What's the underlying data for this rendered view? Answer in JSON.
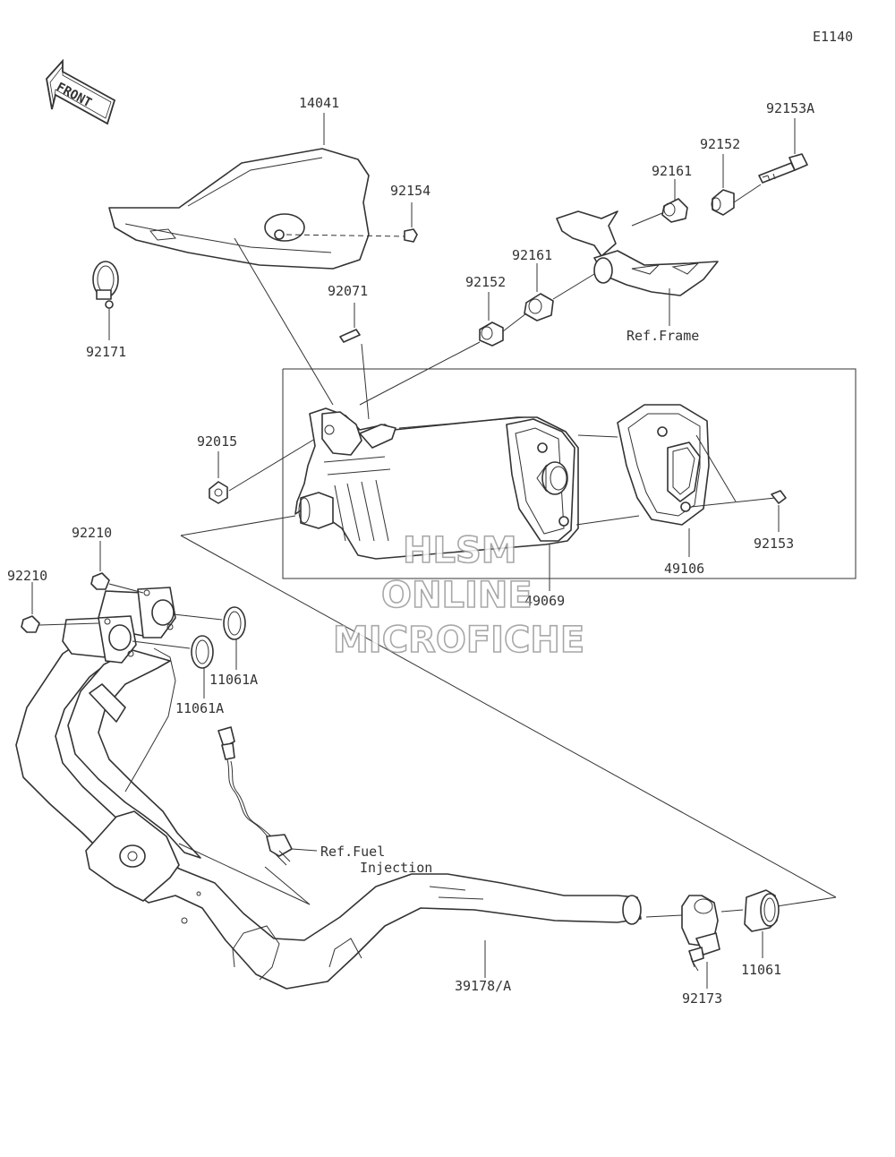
{
  "diagram_code": "E1140",
  "front_arrow_label": "FRONT",
  "part_labels": {
    "p14041": "14041",
    "p92154": "92154",
    "p92171": "92171",
    "p92071": "92071",
    "p92015": "92015",
    "p92153A": "92153A",
    "p92152_top": "92152",
    "p92161_top": "92161",
    "p92161_mid": "92161",
    "p92152_mid": "92152",
    "ref_frame": "Ref.Frame",
    "p92153": "92153",
    "p49106": "49106",
    "p49069": "49069",
    "p92210_a": "92210",
    "p92210_b": "92210",
    "p11061A_a": "11061A",
    "p11061A_b": "11061A",
    "ref_fuel_line1": "Ref.Fuel",
    "ref_fuel_line2": "Injection",
    "p39178A": "39178/A",
    "p92173": "92173",
    "p11061": "11061"
  },
  "watermark": {
    "line1": "HLSM",
    "line2": "ONLINE",
    "line3": "MICROFICHE"
  }
}
